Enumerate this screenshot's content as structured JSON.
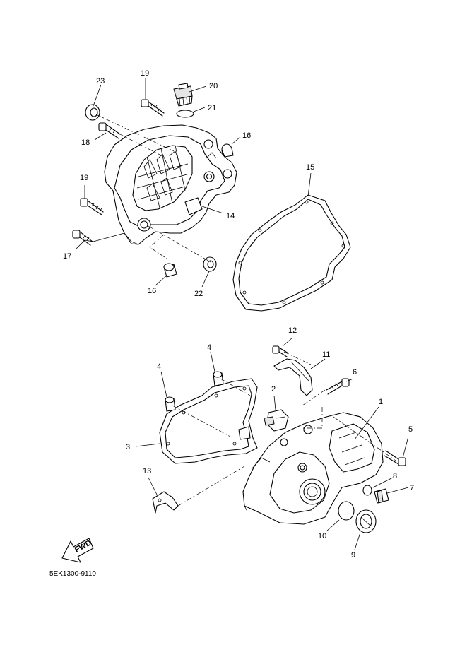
{
  "callouts": {
    "c23": "23",
    "c19a": "19",
    "c20": "20",
    "c21": "21",
    "c18": "18",
    "c16a": "16",
    "c15": "15",
    "c19b": "19",
    "c14": "14",
    "c17": "17",
    "c16b": "16",
    "c22": "22",
    "c12": "12",
    "c4a": "4",
    "c11": "11",
    "c4b": "4",
    "c6": "6",
    "c2": "2",
    "c1": "1",
    "c5": "5",
    "c3": "3",
    "c13": "13",
    "c8": "8",
    "c7": "7",
    "c10": "10",
    "c9": "9"
  },
  "fwd_label": "FWD",
  "diagram_code": "5EK1300-9110"
}
